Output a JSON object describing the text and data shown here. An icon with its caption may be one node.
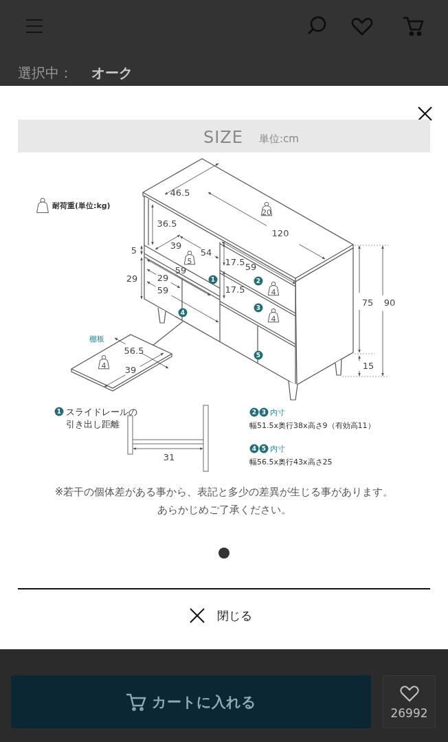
{
  "diagram": {
    "title": "SIZE",
    "labels": [
      "選択中：",
      "オーク",
      "単位:cm",
      "耐荷重(単位:kg)",
      "46.5",
      "36.5",
      "120",
      "20",
      "5",
      "39",
      "54",
      "5",
      "17.5",
      "59",
      "29",
      "29",
      "59",
      "1",
      "2",
      "59",
      "17.5",
      "4",
      "3",
      "4",
      "75",
      "90",
      "4",
      "15",
      "5",
      "棚板",
      "56.5",
      "4",
      "39",
      "1",
      "スライドレールの引き出し距離",
      "31",
      "2",
      "3",
      "内寸",
      "幅51.5x奥行38x高さ9（有効高11）",
      "4",
      "5",
      "内寸",
      "幅56.5x奥行43x高さ25",
      "※若干の個体差がある事から、表記と多少の差異が生じる事があります。",
      "あらかじめご了承ください。",
      "閉じる",
      "カートに入れる",
      "26992"
    ]
  }
}
